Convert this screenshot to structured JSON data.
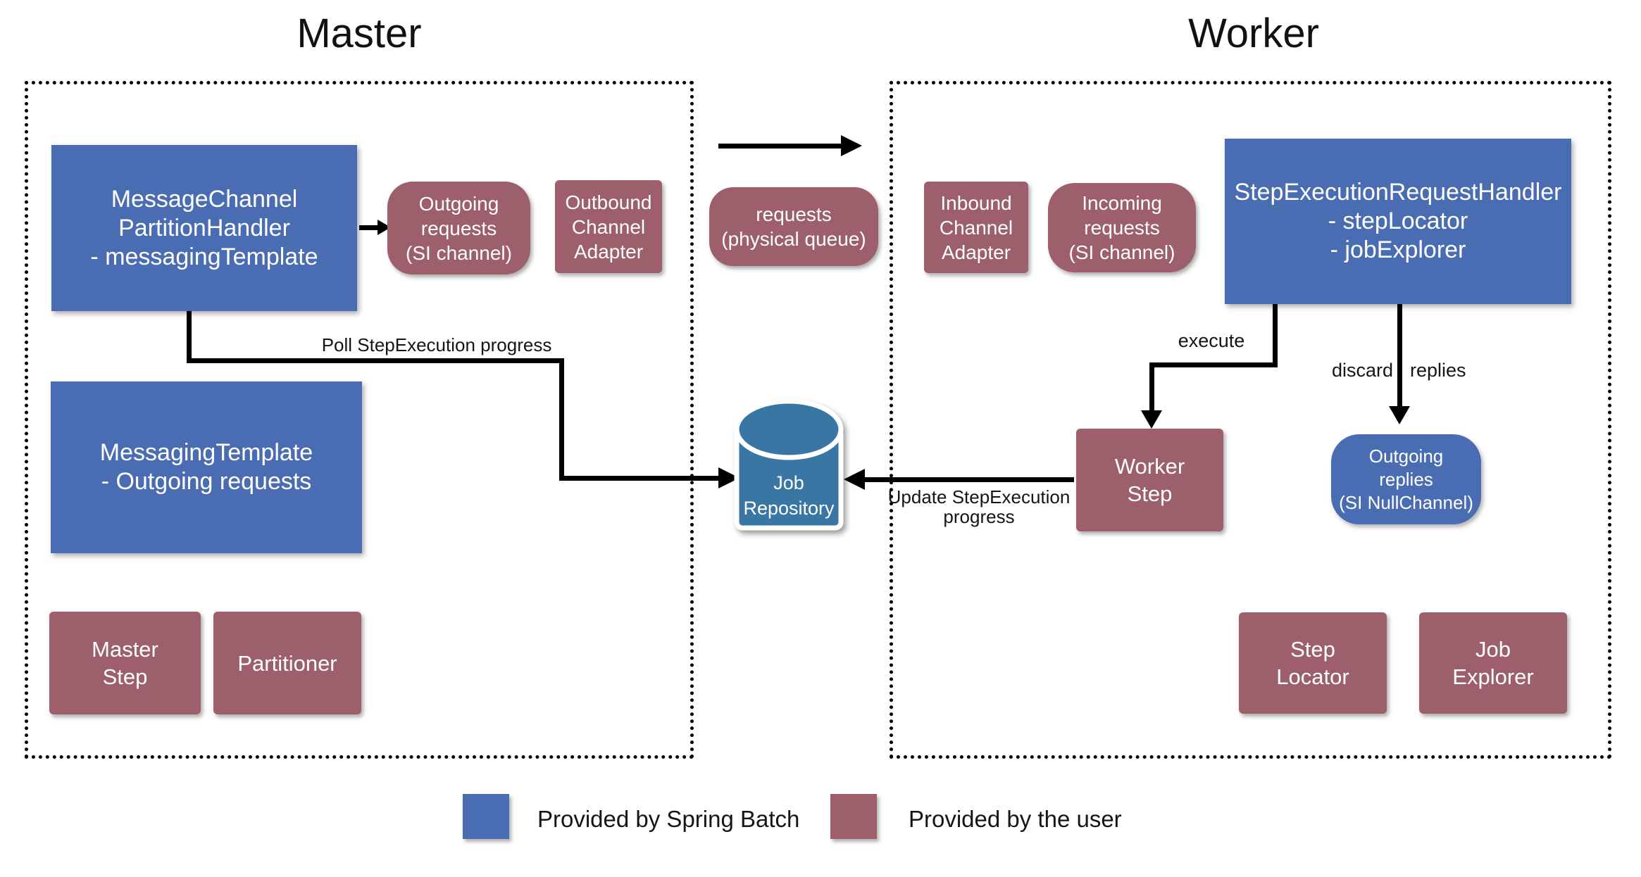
{
  "titles": {
    "master": "Master",
    "worker": "Worker"
  },
  "master": {
    "partition_handler": [
      "MessageChannel",
      "PartitionHandler",
      "- messagingTemplate"
    ],
    "outgoing_requests": [
      "Outgoing",
      "requests",
      "(SI channel)"
    ],
    "outbound_adapter": [
      "Outbound",
      "Channel",
      "Adapter"
    ],
    "messaging_template": [
      "MessagingTemplate",
      "- Outgoing requests"
    ],
    "master_step": [
      "Master",
      "Step"
    ],
    "partitioner": [
      "Partitioner"
    ]
  },
  "flow": {
    "requests_queue": [
      "requests",
      "(physical queue)"
    ],
    "job_repository": [
      "Job",
      "Repository"
    ],
    "poll_label": "Poll StepExecution progress",
    "update_label": [
      "Update StepExecution",
      "progress"
    ]
  },
  "worker": {
    "inbound_adapter": [
      "Inbound",
      "Channel",
      "Adapter"
    ],
    "incoming_requests": [
      "Incoming",
      "requests",
      "(SI channel)"
    ],
    "request_handler": [
      "StepExecutionRequestHandler",
      "- stepLocator",
      "- jobExplorer"
    ],
    "execute_label": "execute",
    "discard_label": "discard",
    "replies_label": "replies",
    "worker_step": [
      "Worker",
      "Step"
    ],
    "outgoing_replies": [
      "Outgoing",
      "replies",
      "(SI NullChannel)"
    ],
    "step_locator": [
      "Step",
      "Locator"
    ],
    "job_explorer": [
      "Job",
      "Explorer"
    ]
  },
  "legend": {
    "spring_batch": "Provided by Spring Batch",
    "user": "Provided by the user"
  },
  "colors": {
    "spring_batch_blue": "#4a6cb3",
    "user_maroon": "#9c5f6b",
    "repository_blue": "#3a76a4",
    "line_black": "#000000"
  }
}
